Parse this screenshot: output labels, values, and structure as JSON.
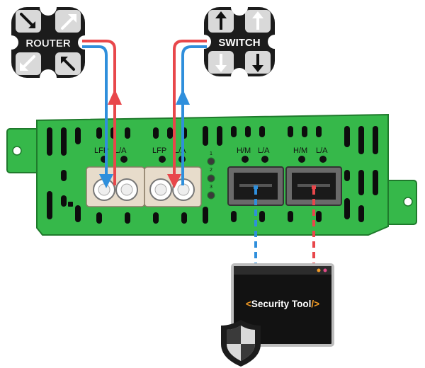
{
  "devices": {
    "router": {
      "label": "ROUTER"
    },
    "switch": {
      "label": "SWITCH"
    }
  },
  "tap": {
    "network_port_labels": [
      "LFP",
      "L/A",
      "LFP",
      "L/A"
    ],
    "monitor_port_labels": [
      "H/M",
      "L/A",
      "H/M",
      "L/A"
    ],
    "status_leds": [
      "1",
      "2",
      "3"
    ]
  },
  "tool": {
    "prefix": "<",
    "name": "Security Tool",
    "suffix": "/>"
  },
  "colors": {
    "chassis": "#36b84a",
    "chassis_dark": "#1f7a2c",
    "red_link": "#e8474b",
    "blue_link": "#2f8fdc",
    "tool_accent": "#f39b25",
    "device_body": "#1c1c1c"
  },
  "icons": {
    "router": "router-crossed-arrows-icon",
    "switch": "switch-updown-arrows-icon",
    "shield": "shield-icon"
  }
}
